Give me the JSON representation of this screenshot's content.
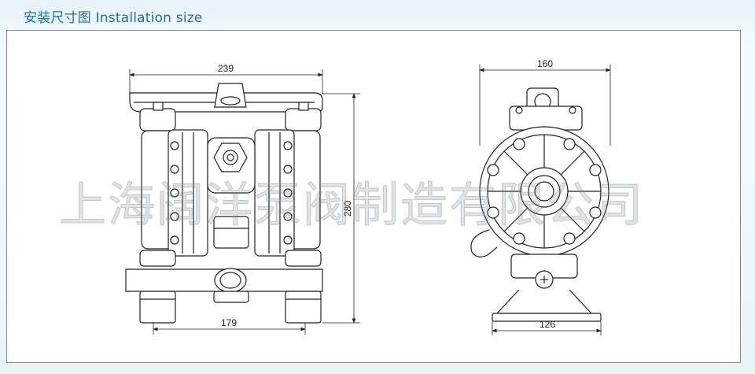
{
  "title": "安装尺寸图 Installation size",
  "watermark": "上海阔洋泵阀制造有限公司",
  "front_view": {
    "width_label": "239",
    "height_label": "280",
    "base_label": "179"
  },
  "side_view": {
    "width_label": "160",
    "base_label": "126"
  }
}
